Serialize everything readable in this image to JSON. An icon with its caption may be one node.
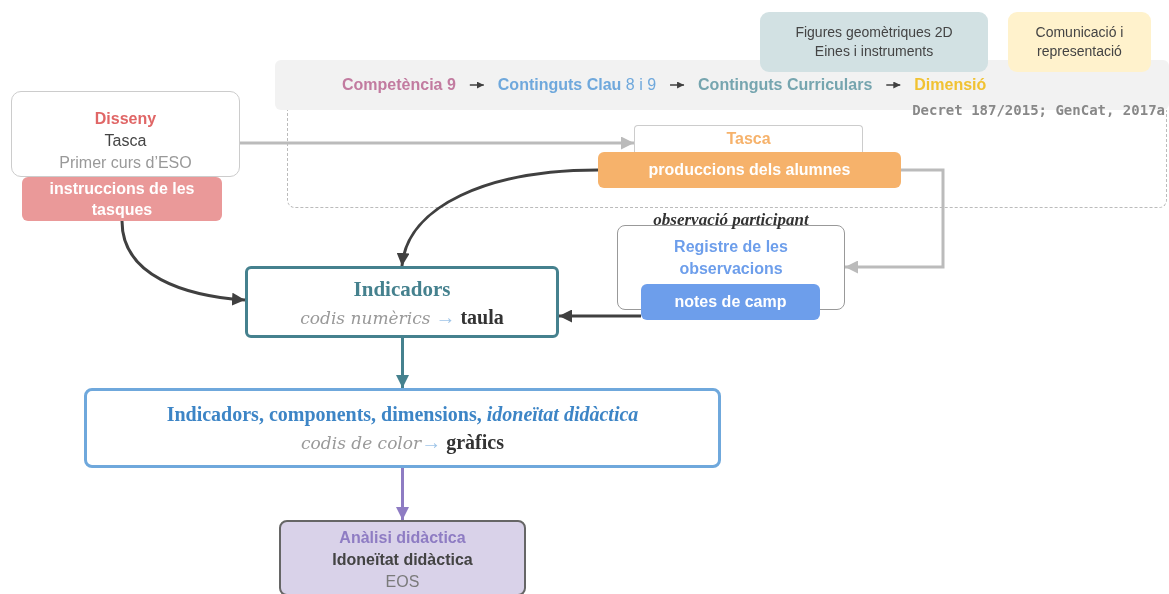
{
  "diagram": {
    "nodes": [
      {
        "text": [],
        "shape": "box"
      },
      {
        "text": [
          "Competència 9"
        ],
        "in": 0
      },
      {
        "text": [
          "**Continguts Clau** 8 i 9"
        ],
        "in": 0
      },
      {
        "text": [
          "Continguts Curriculars"
        ],
        "in": 0
      },
      {
        "text": [
          "Dimensió"
        ],
        "in": 0
      },
      {
        "text": [
          "Figures geomètriques 2D Eines i instruments"
        ]
      },
      {
        "text": [
          "Comunicació i representació"
        ]
      },
      {
        "text": [
          "Disseny",
          "Tasca",
          "Primer curs d’ESO"
        ]
      },
      {
        "text": [
          "instruccions de les tasques"
        ]
      },
      {
        "text": [
          "Tasca"
        ]
      },
      {
        "text": [
          "produccions dels alumnes"
        ]
      },
      {
        "text": [
          "observació participant",
          "Registre de les observacions"
        ]
      },
      {
        "text": [
          "notes de camp"
        ]
      },
      {
        "text": [
          "Indicadors",
          "*codis numèrics* → **taula**"
        ]
      },
      {
        "text": [
          "Indicadors, components, dimensions, *idoneïtat didàctica*",
          "*codis de color*→ **gràfics**"
        ]
      },
      {
        "text": [
          "Anàlisi didàctica",
          "Idoneïtat didàctica",
          "EOS"
        ]
      }
    ],
    "edges": [
      {
        "from": 7,
        "to": 9,
        "arrow": "to",
        "color": "#bbbbbb"
      },
      {
        "from": 8,
        "to": 13,
        "arrow": "to"
      },
      {
        "from": 10,
        "to": 13,
        "arrow": "to"
      },
      {
        "from": 10,
        "to": 11,
        "arrow": "to",
        "color": "#bbbbbb"
      },
      {
        "from": 12,
        "to": 13,
        "arrow": "to"
      },
      {
        "from": 13,
        "to": 14,
        "arrow": "to",
        "color": "#45818e"
      },
      {
        "from": 14,
        "to": 15,
        "arrow": "to",
        "color": "#8e7cc3"
      },
      {
        "from": 1,
        "to": 2,
        "arrow": "to"
      },
      {
        "from": 2,
        "to": 3,
        "arrow": "to"
      },
      {
        "from": 3,
        "to": 4,
        "arrow": "to"
      }
    ],
    "labels": [
      "Decret 187/2015; GenCat, 2017a"
    ]
  }
}
